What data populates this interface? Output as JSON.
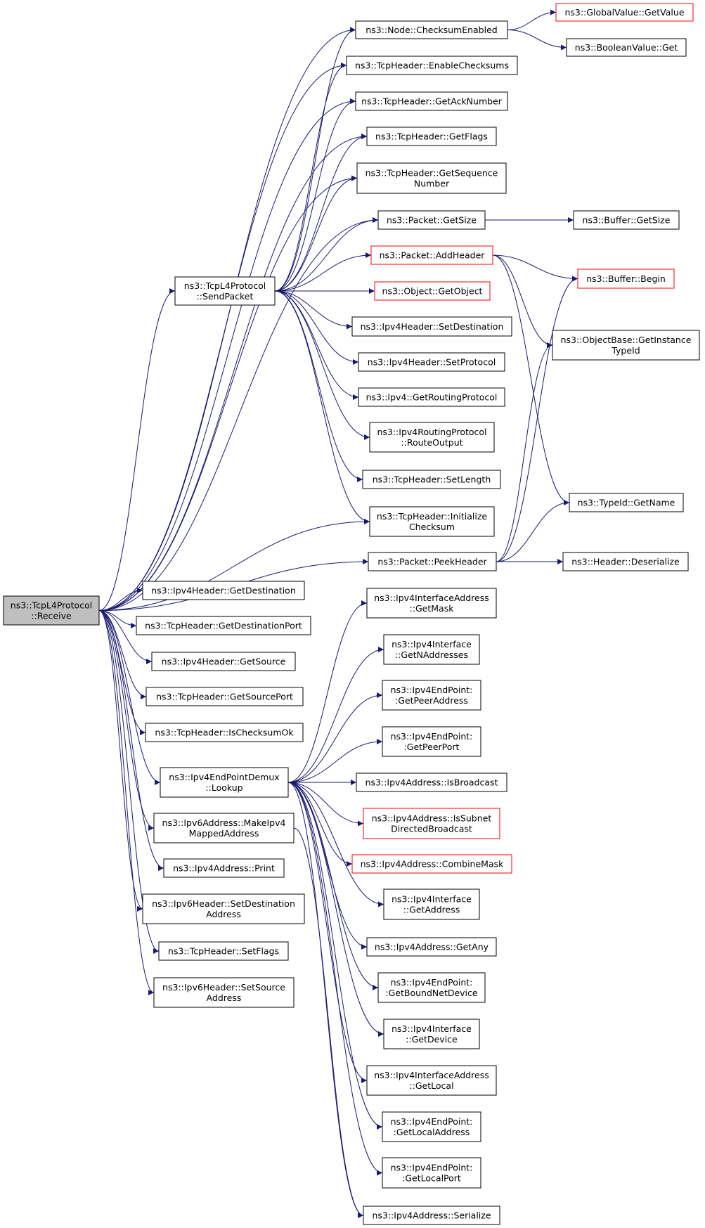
{
  "diagram": {
    "type": "call-graph",
    "edge_color": "#191970",
    "nodes": {
      "receive": [
        "ns3::TcpL4Protocol",
        "::Receive"
      ],
      "sendpacket": [
        "ns3::TcpL4Protocol",
        "::SendPacket"
      ],
      "checksumenabled": [
        "ns3::Node::ChecksumEnabled"
      ],
      "globalvalue_getvalue": [
        "ns3::GlobalValue::GetValue"
      ],
      "booleanvalue_get": [
        "ns3::BooleanValue::Get"
      ],
      "enablechecksums": [
        "ns3::TcpHeader::EnableChecksums"
      ],
      "getacknumber": [
        "ns3::TcpHeader::GetAckNumber"
      ],
      "getflags": [
        "ns3::TcpHeader::GetFlags"
      ],
      "getsequencenumber": [
        "ns3::TcpHeader::GetSequence",
        "Number"
      ],
      "packet_getsize": [
        "ns3::Packet::GetSize"
      ],
      "buffer_getsize": [
        "ns3::Buffer::GetSize"
      ],
      "addheader": [
        "ns3::Packet::AddHeader"
      ],
      "buffer_begin": [
        "ns3::Buffer::Begin"
      ],
      "getobject": [
        "ns3::Object::GetObject"
      ],
      "getinstancetypeid": [
        "ns3::ObjectBase::GetInstance",
        "TypeId"
      ],
      "setdestination4": [
        "ns3::Ipv4Header::SetDestination"
      ],
      "setprotocol": [
        "ns3::Ipv4Header::SetProtocol"
      ],
      "getroutingprotocol": [
        "ns3::Ipv4::GetRoutingProtocol"
      ],
      "routeoutput": [
        "ns3::Ipv4RoutingProtocol",
        "::RouteOutput"
      ],
      "setlength": [
        "ns3::TcpHeader::SetLength"
      ],
      "typeid_getname": [
        "ns3::TypeId::GetName"
      ],
      "initializechecksum": [
        "ns3::TcpHeader::Initialize",
        "Checksum"
      ],
      "peekheader": [
        "ns3::Packet::PeekHeader"
      ],
      "header_deserialize": [
        "ns3::Header::Deserialize"
      ],
      "getdestination4": [
        "ns3::Ipv4Header::GetDestination"
      ],
      "getdestinationport": [
        "ns3::TcpHeader::GetDestinationPort"
      ],
      "getsource4": [
        "ns3::Ipv4Header::GetSource"
      ],
      "getsourceport": [
        "ns3::TcpHeader::GetSourcePort"
      ],
      "ischecksumok": [
        "ns3::TcpHeader::IsChecksumOk"
      ],
      "lookup": [
        "ns3::Ipv4EndPointDemux",
        "::Lookup"
      ],
      "makeipv4mapped": [
        "ns3::Ipv6Address::MakeIpv4",
        "MappedAddress"
      ],
      "ipv4address_print": [
        "ns3::Ipv4Address::Print"
      ],
      "ipv6_setdestination": [
        "ns3::Ipv6Header::SetDestination",
        "Address"
      ],
      "tcp_setflags": [
        "ns3::TcpHeader::SetFlags"
      ],
      "ipv6_setsource": [
        "ns3::Ipv6Header::SetSource",
        "Address"
      ],
      "getmask": [
        "ns3::Ipv4InterfaceAddress",
        "::GetMask"
      ],
      "getnaddresses": [
        "ns3::Ipv4Interface",
        "::GetNAddresses"
      ],
      "getpeeraddress": [
        "ns3::Ipv4EndPoint:",
        ":GetPeerAddress"
      ],
      "getpeerport": [
        "ns3::Ipv4EndPoint:",
        ":GetPeerPort"
      ],
      "isbroadcast": [
        "ns3::Ipv4Address::IsBroadcast"
      ],
      "issubnetdirected": [
        "ns3::Ipv4Address::IsSubnet",
        "DirectedBroadcast"
      ],
      "combinemask": [
        "ns3::Ipv4Address::CombineMask"
      ],
      "iface_getaddress": [
        "ns3::Ipv4Interface",
        "::GetAddress"
      ],
      "getany": [
        "ns3::Ipv4Address::GetAny"
      ],
      "getboundnetdevice": [
        "ns3::Ipv4EndPoint:",
        ":GetBoundNetDevice"
      ],
      "iface_getdevice": [
        "ns3::Ipv4Interface",
        "::GetDevice"
      ],
      "ifaceaddr_getlocal": [
        "ns3::Ipv4InterfaceAddress",
        "::GetLocal"
      ],
      "getlocaladdress": [
        "ns3::Ipv4EndPoint:",
        ":GetLocalAddress"
      ],
      "getlocalport": [
        "ns3::Ipv4EndPoint:",
        ":GetLocalPort"
      ],
      "serialize": [
        "ns3::Ipv4Address::Serialize"
      ]
    }
  }
}
